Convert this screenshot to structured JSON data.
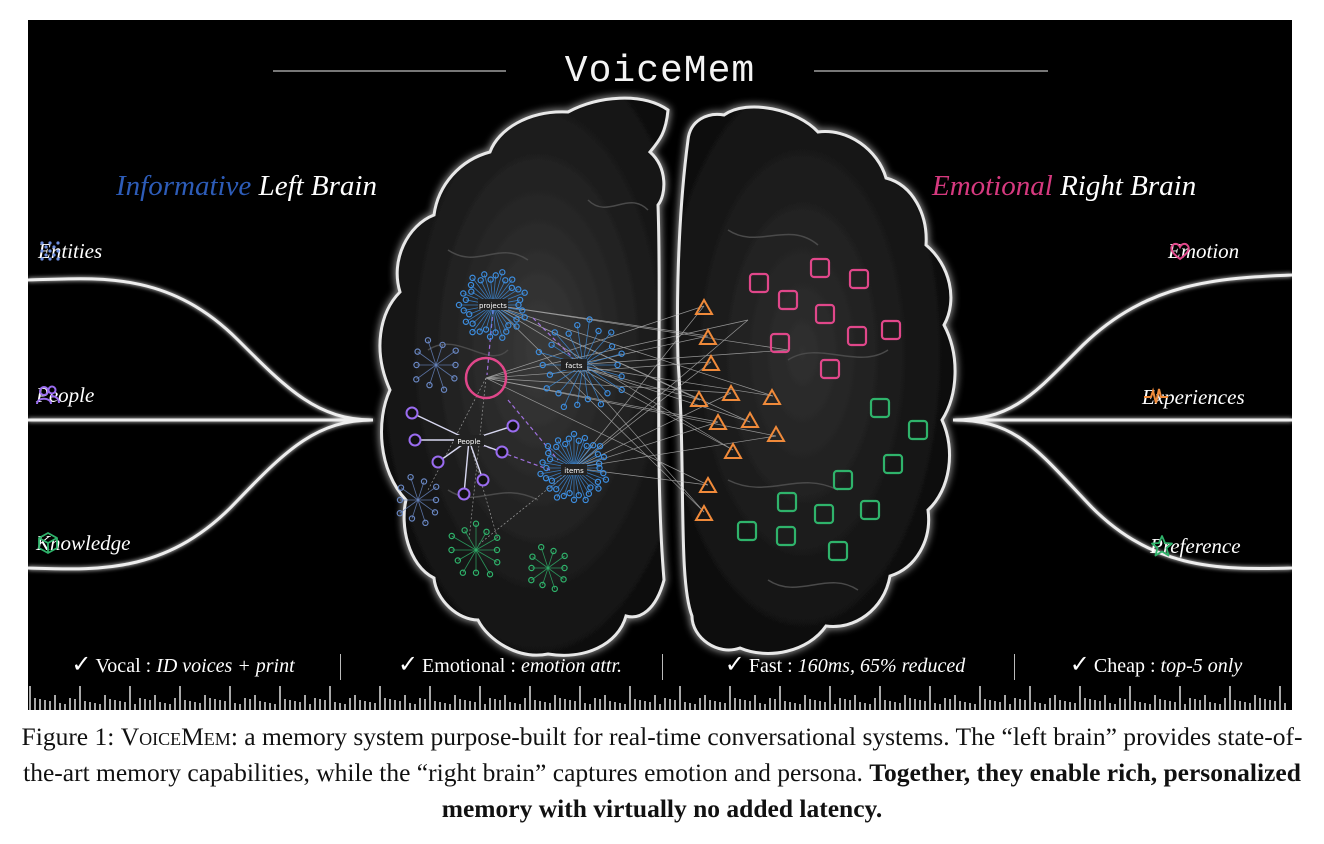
{
  "title": "VoiceMem",
  "left_brain": {
    "accent": "Informative",
    "rest": "Left Brain",
    "accent_color": "#2d5cb8"
  },
  "right_brain": {
    "accent": "Emotional",
    "rest": "Right Brain",
    "accent_color": "#d6397f"
  },
  "left_categories": [
    {
      "label": "Entities",
      "icon": "grid-dots-icon",
      "color": "#6f8fe0"
    },
    {
      "label": "People",
      "icon": "people-icon",
      "color": "#9a6cf0"
    },
    {
      "label": "Knowledge",
      "icon": "cube-icon",
      "color": "#2fb36b"
    }
  ],
  "right_categories": [
    {
      "label": "Emotion",
      "icon": "heart-icon",
      "color": "#e0478a"
    },
    {
      "label": "Experiences",
      "icon": "pulse-icon",
      "color": "#f08a3a"
    },
    {
      "label": "Preference",
      "icon": "star-icon",
      "color": "#2fb36b"
    }
  ],
  "graph_nodes": [
    "projects",
    "facts",
    "People",
    "items"
  ],
  "features": [
    {
      "name": "Vocal",
      "value": "ID voices + print"
    },
    {
      "name": "Emotional",
      "value": "emotion attr."
    },
    {
      "name": "Fast",
      "value": "160ms, 65% reduced"
    },
    {
      "name": "Cheap",
      "value": "top-5 only"
    }
  ],
  "caption": {
    "prefix": "Figure 1: ",
    "name": "VoiceMem",
    "text": ": a memory system purpose-built for real-time conversational systems. The “left brain” provides state-of-the-art memory capabilities, while the “right brain” captures emotion and persona. ",
    "bold": "Together, they enable rich, personalized memory with virtually no added latency."
  },
  "colors": {
    "blue_nodes": "#3d8ee0",
    "purple_nodes": "#9a6cf0",
    "magenta": "#e0478a",
    "orange": "#f08a3a",
    "green": "#2fb36b"
  }
}
